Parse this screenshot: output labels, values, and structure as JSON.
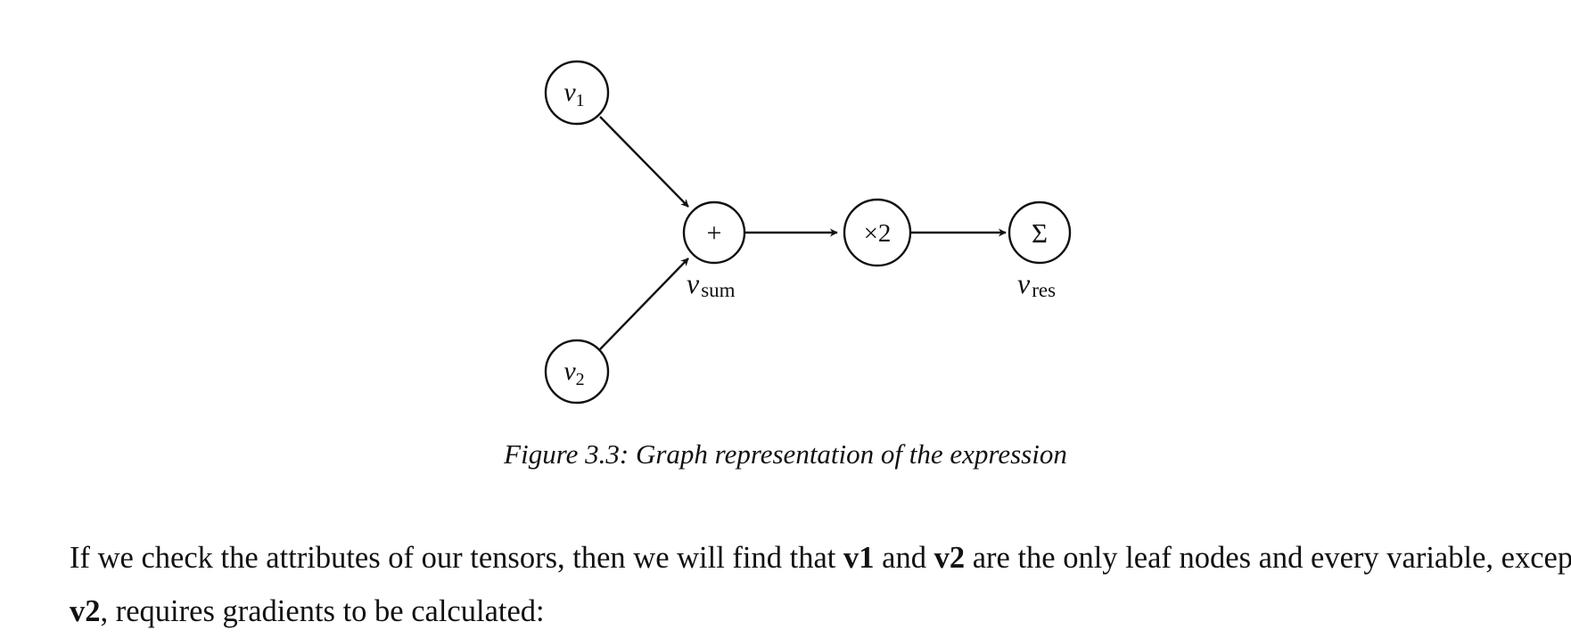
{
  "figure": {
    "nodes": [
      {
        "id": "v1",
        "label": "v",
        "sub": "1"
      },
      {
        "id": "v2",
        "label": "v",
        "sub": "2"
      },
      {
        "id": "plus",
        "label": "+"
      },
      {
        "id": "times2",
        "label": "×2"
      },
      {
        "id": "sigma",
        "label": "Σ"
      }
    ],
    "edges": [
      {
        "from": "v1",
        "to": "plus"
      },
      {
        "from": "v2",
        "to": "plus"
      },
      {
        "from": "plus",
        "to": "times2"
      },
      {
        "from": "times2",
        "to": "sigma"
      }
    ],
    "annotations": {
      "vsum": {
        "main": "v",
        "sub": "sum"
      },
      "vres": {
        "main": "v",
        "sub": "res"
      }
    },
    "caption": "Figure 3.3: Graph representation of the expression"
  },
  "paragraph": {
    "t1": "If we check the attributes of our tensors, then we will find that ",
    "b1": "v1",
    "t2": " and ",
    "b2": "v2",
    "t3": " are the only leaf nodes and every variable, except ",
    "b3": "v2",
    "t4": ", requires gradients to be calculated:"
  }
}
